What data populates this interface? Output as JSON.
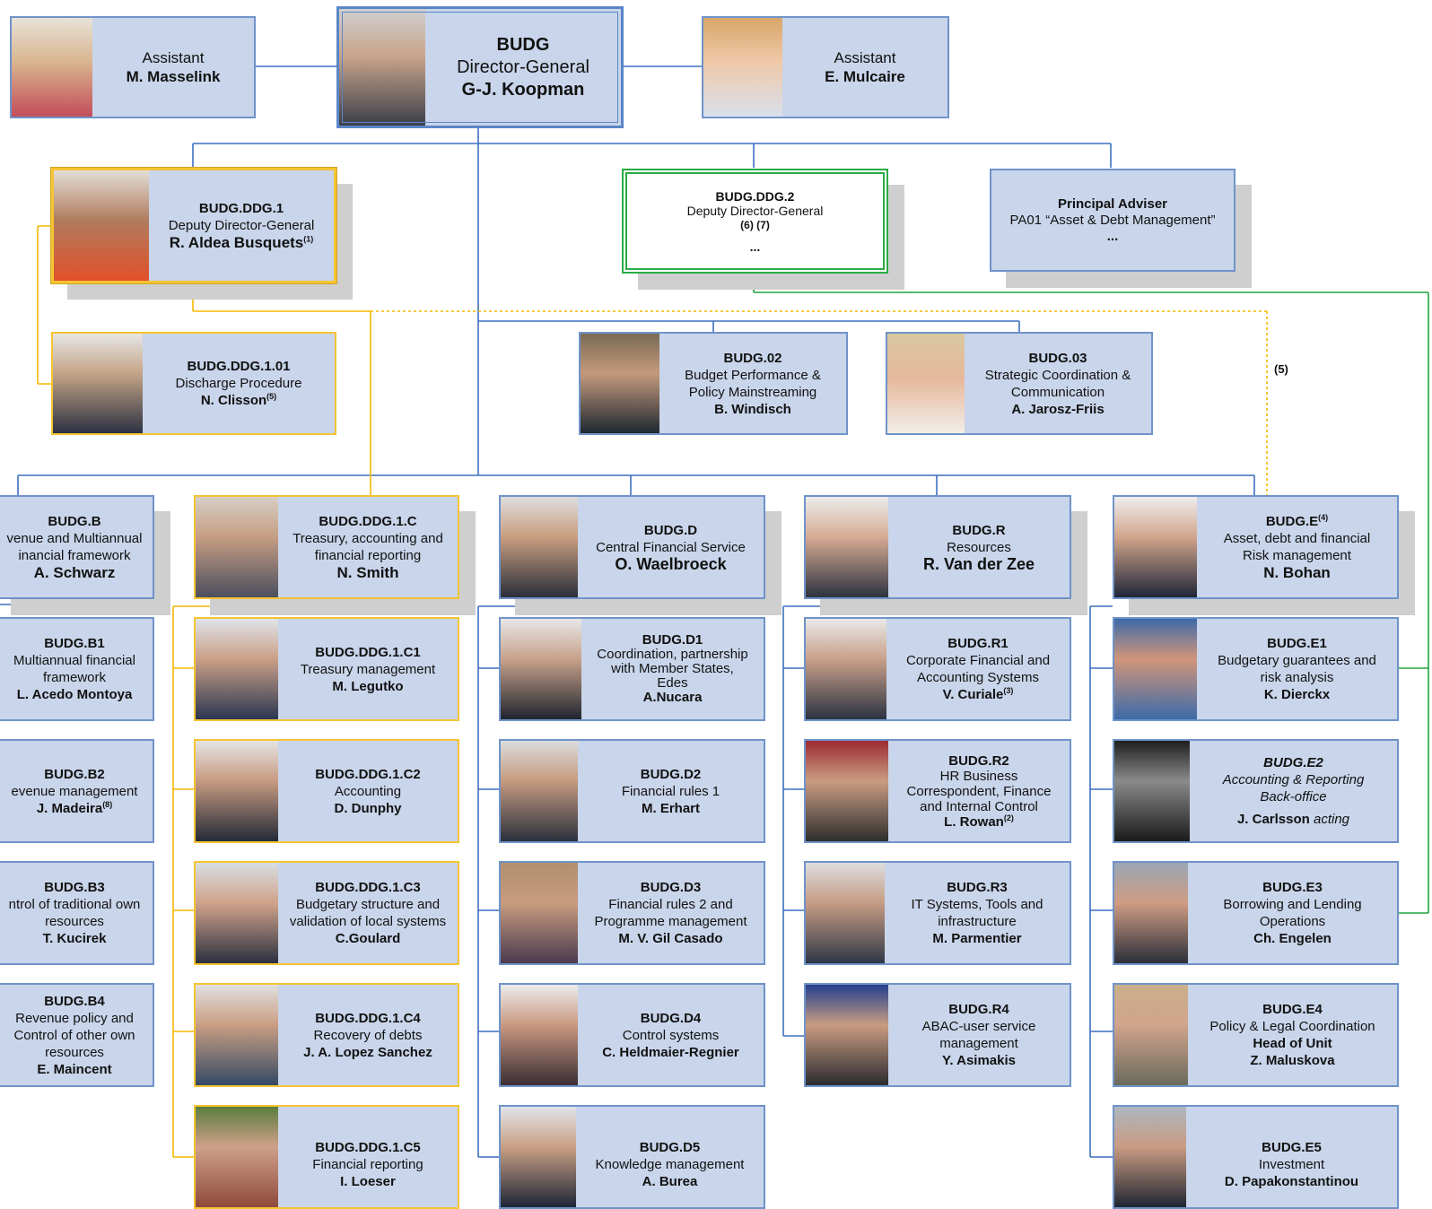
{
  "colors": {
    "box_fill": "#c9d5ea",
    "blue_border": "#6f93c9",
    "yellow_border": "#f5c431",
    "green_border": "#2bab45",
    "line_blue": "#3d6fbf",
    "line_yellow": "#f5b800",
    "line_green": "#22a33c",
    "shadow": "#cfcfcf"
  },
  "director": {
    "code": "BUDG",
    "title": "Director-General",
    "name": "G-J. Koopman"
  },
  "assistant_left": {
    "title": "Assistant",
    "name": "M. Masselink"
  },
  "assistant_right": {
    "title": "Assistant",
    "name": "E. Mulcaire"
  },
  "ddg1": {
    "code": "BUDG.DDG.1",
    "title": "Deputy Director-General",
    "name": "R. Aldea Busquets",
    "sup": "(1)"
  },
  "ddg2": {
    "code": "BUDG.DDG.2",
    "title": "Deputy Director-General",
    "notes": "(6) (7)",
    "name": "..."
  },
  "adviser": {
    "code": "Principal Adviser",
    "title": "PA01 “Asset & Debt Management”",
    "name": "..."
  },
  "ddg101": {
    "code": "BUDG.DDG.1.01",
    "title": "Discharge Procedure",
    "name": "N. Clisson",
    "sup": "(5)"
  },
  "u02": {
    "code": "BUDG.02",
    "title1": "Budget Performance &",
    "title2": "Policy Mainstreaming",
    "name": "B. Windisch"
  },
  "u03": {
    "code": "BUDG.03",
    "title1": "Strategic Coordination &",
    "title2": "Communication",
    "name": "A. Jarosz-Friis"
  },
  "note5": "(5)",
  "dirB": {
    "code": "BUDG.B",
    "title1": "venue and Multiannual",
    "title2": "inancial framework",
    "name": "A. Schwarz"
  },
  "dirC": {
    "code": "BUDG.DDG.1.C",
    "title1": "Treasury, accounting and",
    "title2": "financial reporting",
    "name": "N. Smith"
  },
  "dirD": {
    "code": "BUDG.D",
    "title": "Central Financial Service",
    "name": "O. Waelbroeck"
  },
  "dirR": {
    "code": "BUDG.R",
    "title": "Resources",
    "name": "R. Van der Zee"
  },
  "dirE": {
    "code": "BUDG.E",
    "sup": "(4)",
    "title1": "Asset, debt and financial",
    "title2": "Risk management",
    "name": "N. Bohan"
  },
  "B1": {
    "code": "BUDG.B1",
    "title1": "Multiannual financial",
    "title2": "framework",
    "name": "L. Acedo Montoya"
  },
  "B2": {
    "code": "BUDG.B2",
    "title": "evenue management",
    "name": "J. Madeira",
    "sup": "(8)"
  },
  "B3": {
    "code": "BUDG.B3",
    "title1": "ntrol of traditional own",
    "title2": "resources",
    "name": "T. Kucirek"
  },
  "B4": {
    "code": "BUDG.B4",
    "title1": "Revenue policy and",
    "title2": "Control of other own",
    "title3": "resources",
    "name": "E. Maincent"
  },
  "C1": {
    "code": "BUDG.DDG.1.C1",
    "title": "Treasury management",
    "name": "M. Legutko"
  },
  "C2": {
    "code": "BUDG.DDG.1.C2",
    "title": "Accounting",
    "name": "D. Dunphy"
  },
  "C3": {
    "code": "BUDG.DDG.1.C3",
    "title1": "Budgetary structure and",
    "title2": "validation of local systems",
    "name": "C.Goulard"
  },
  "C4": {
    "code": "BUDG.DDG.1.C4",
    "title": "Recovery of debts",
    "name": "J. A. Lopez Sanchez"
  },
  "C5": {
    "code": "BUDG.DDG.1.C5",
    "title": "Financial reporting",
    "name": "I. Loeser"
  },
  "D1": {
    "code": "BUDG.D1",
    "title1": "Coordination, partnership",
    "title2": "with Member States,",
    "title3": "Edes",
    "name": "A.Nucara"
  },
  "D2": {
    "code": "BUDG.D2",
    "title": "Financial rules 1",
    "name": "M. Erhart"
  },
  "D3": {
    "code": "BUDG.D3",
    "title1": "Financial rules 2 and",
    "title2": "Programme management",
    "name": "M. V. Gil Casado"
  },
  "D4": {
    "code": "BUDG.D4",
    "title": "Control systems",
    "name": "C. Heldmaier-Regnier"
  },
  "D5": {
    "code": "BUDG.D5",
    "title": "Knowledge management",
    "name": "A. Burea"
  },
  "R1": {
    "code": "BUDG.R1",
    "title1": "Corporate Financial and",
    "title2": "Accounting Systems",
    "name": "V. Curiale",
    "sup": "(3)"
  },
  "R2": {
    "code": "BUDG.R2",
    "title1": "HR Business",
    "title2": "Correspondent, Finance",
    "title3": "and Internal Control",
    "name": "L. Rowan",
    "sup": "(2)"
  },
  "R3": {
    "code": "BUDG.R3",
    "title1": "IT Systems, Tools and",
    "title2": "infrastructure",
    "name": "M. Parmentier"
  },
  "R4": {
    "code": "BUDG.R4",
    "title1": "ABAC-user service",
    "title2": "management",
    "name": "Y. Asimakis"
  },
  "E1": {
    "code": "BUDG.E1",
    "title1": "Budgetary guarantees and",
    "title2": "risk analysis",
    "name": "K. Dierckx"
  },
  "E2": {
    "code": "BUDG.E2",
    "title1": "Accounting & Reporting",
    "title2": "Back-office",
    "name": "J. Carlsson",
    "role": "acting"
  },
  "E3": {
    "code": "BUDG.E3",
    "title1": "Borrowing and Lending",
    "title2": "Operations",
    "name": "Ch. Engelen"
  },
  "E4": {
    "code": "BUDG.E4",
    "title": "Policy & Legal Coordination",
    "role": "Head of Unit",
    "name": "Z. Maluskova"
  },
  "E5": {
    "code": "BUDG.E5",
    "title": "Investment",
    "name": "D. Papakonstantinou"
  }
}
